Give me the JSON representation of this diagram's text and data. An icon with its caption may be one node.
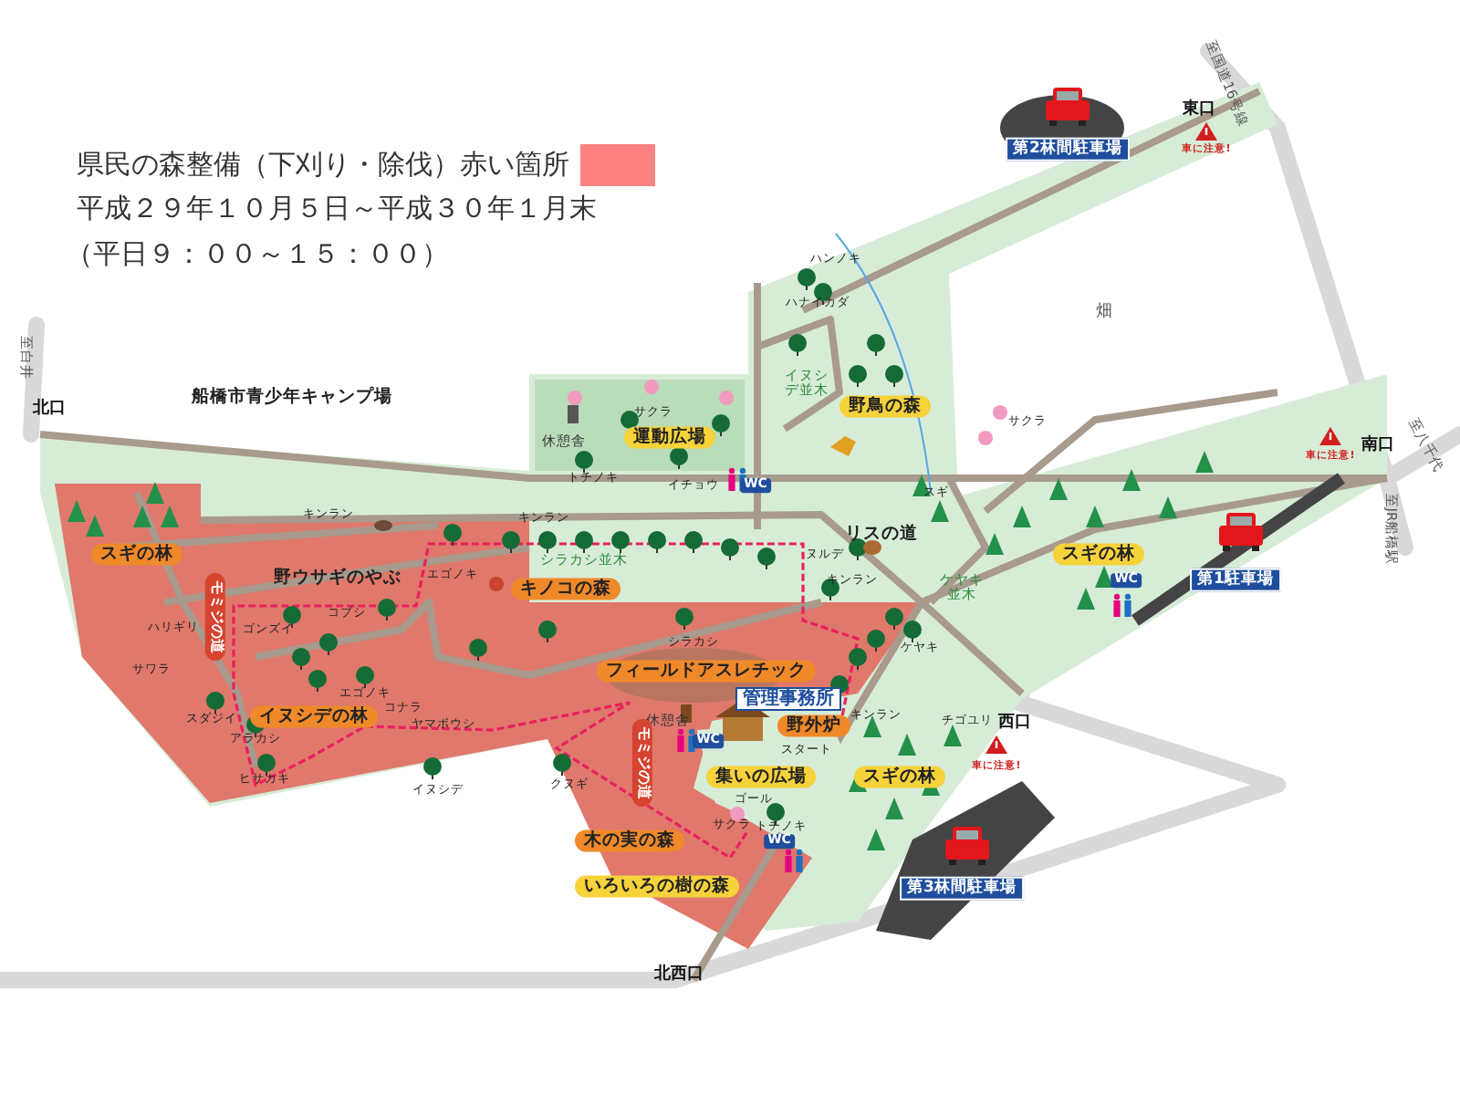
{
  "diagram": {
    "labels": [
      "平成２９年１０月５日～平成３０年１月末",
      "（平日９：００～１５：００）",
      "至国道16号線",
      "東口",
      "車に注意!",
      "第2林間駐車場",
      "ハンノキ",
      "ハナイカダ",
      "畑",
      "イヌシデ並木",
      "サクラ",
      "休憩舎",
      "運動広場",
      "野鳥の森",
      "サクラ",
      "至白井",
      "北口",
      "船橋市青少年キャンプ場",
      "トチノキ",
      "イチョウ",
      "WC",
      "車に注意!",
      "南口",
      "至八千代",
      "スギ",
      "キンラン",
      "キンラン",
      "リスの道",
      "シラカシ並木",
      "スギの林",
      "野ウサギのやぶ",
      "キノコの森",
      "ヌルデ",
      "キンラン",
      "ケヤキ並木",
      "スギの林",
      "WC",
      "第1駐車場",
      "至JR船橋駅",
      "エゴノキ",
      "モミジの道",
      "ハリギリ",
      "ゴンズイ",
      "コブシ",
      "シラカシ",
      "ケヤキ",
      "サワラ",
      "フィールドアスレチック",
      "エゴノキ",
      "コナラ",
      "ヤマボウシ",
      "管理事務所",
      "スダジイ",
      "イヌシデの林",
      "アラカシ",
      "休憩舎",
      "野外炉",
      "キンラン",
      "チゴユリ",
      "西口",
      "WC",
      "ヒサカキ",
      "イヌシデ",
      "クヌギ",
      "スタート",
      "車に注意!",
      "モミジの道",
      "集いの広場",
      "スギの林",
      "ゴール",
      "サクラ",
      "トチノキ",
      "WC",
      "木の実の森",
      "第3林間駐車場",
      "いろいろの樹の森",
      "北西口"
    ],
    "legend": [
      {
        "text": "県民の森整備（下刈り・除伐）赤い箇所",
        "color": "#fd8282"
      }
    ]
  }
}
